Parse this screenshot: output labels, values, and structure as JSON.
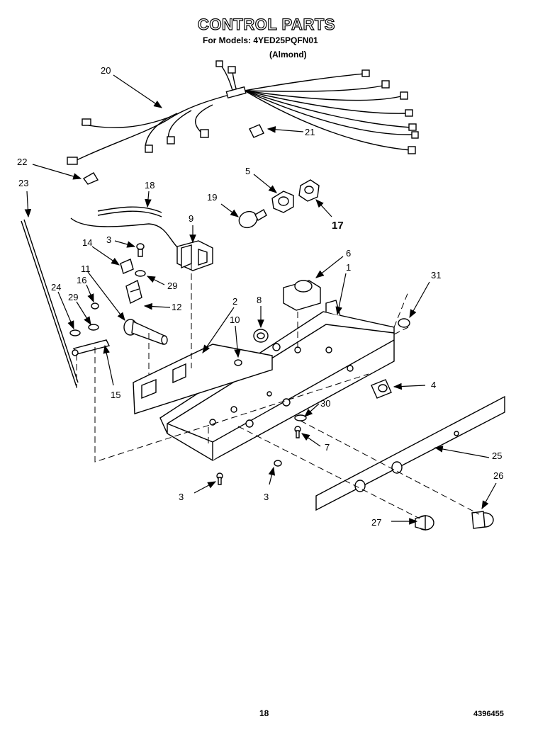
{
  "header": {
    "title": "CONTROL PARTS",
    "models_line": "For Models: 4YED25PQFN01",
    "color_note": "(Almond)"
  },
  "callouts": [
    "20",
    "21",
    "22",
    "23",
    "5",
    "18",
    "19",
    "17",
    "9",
    "3",
    "14",
    "29",
    "11",
    "16",
    "12",
    "24",
    "29",
    "15",
    "2",
    "10",
    "8",
    "6",
    "1",
    "31",
    "4",
    "30",
    "7",
    "25",
    "26",
    "27",
    "3",
    "3"
  ],
  "footer": {
    "page_number": "18",
    "doc_number": "4396455"
  }
}
